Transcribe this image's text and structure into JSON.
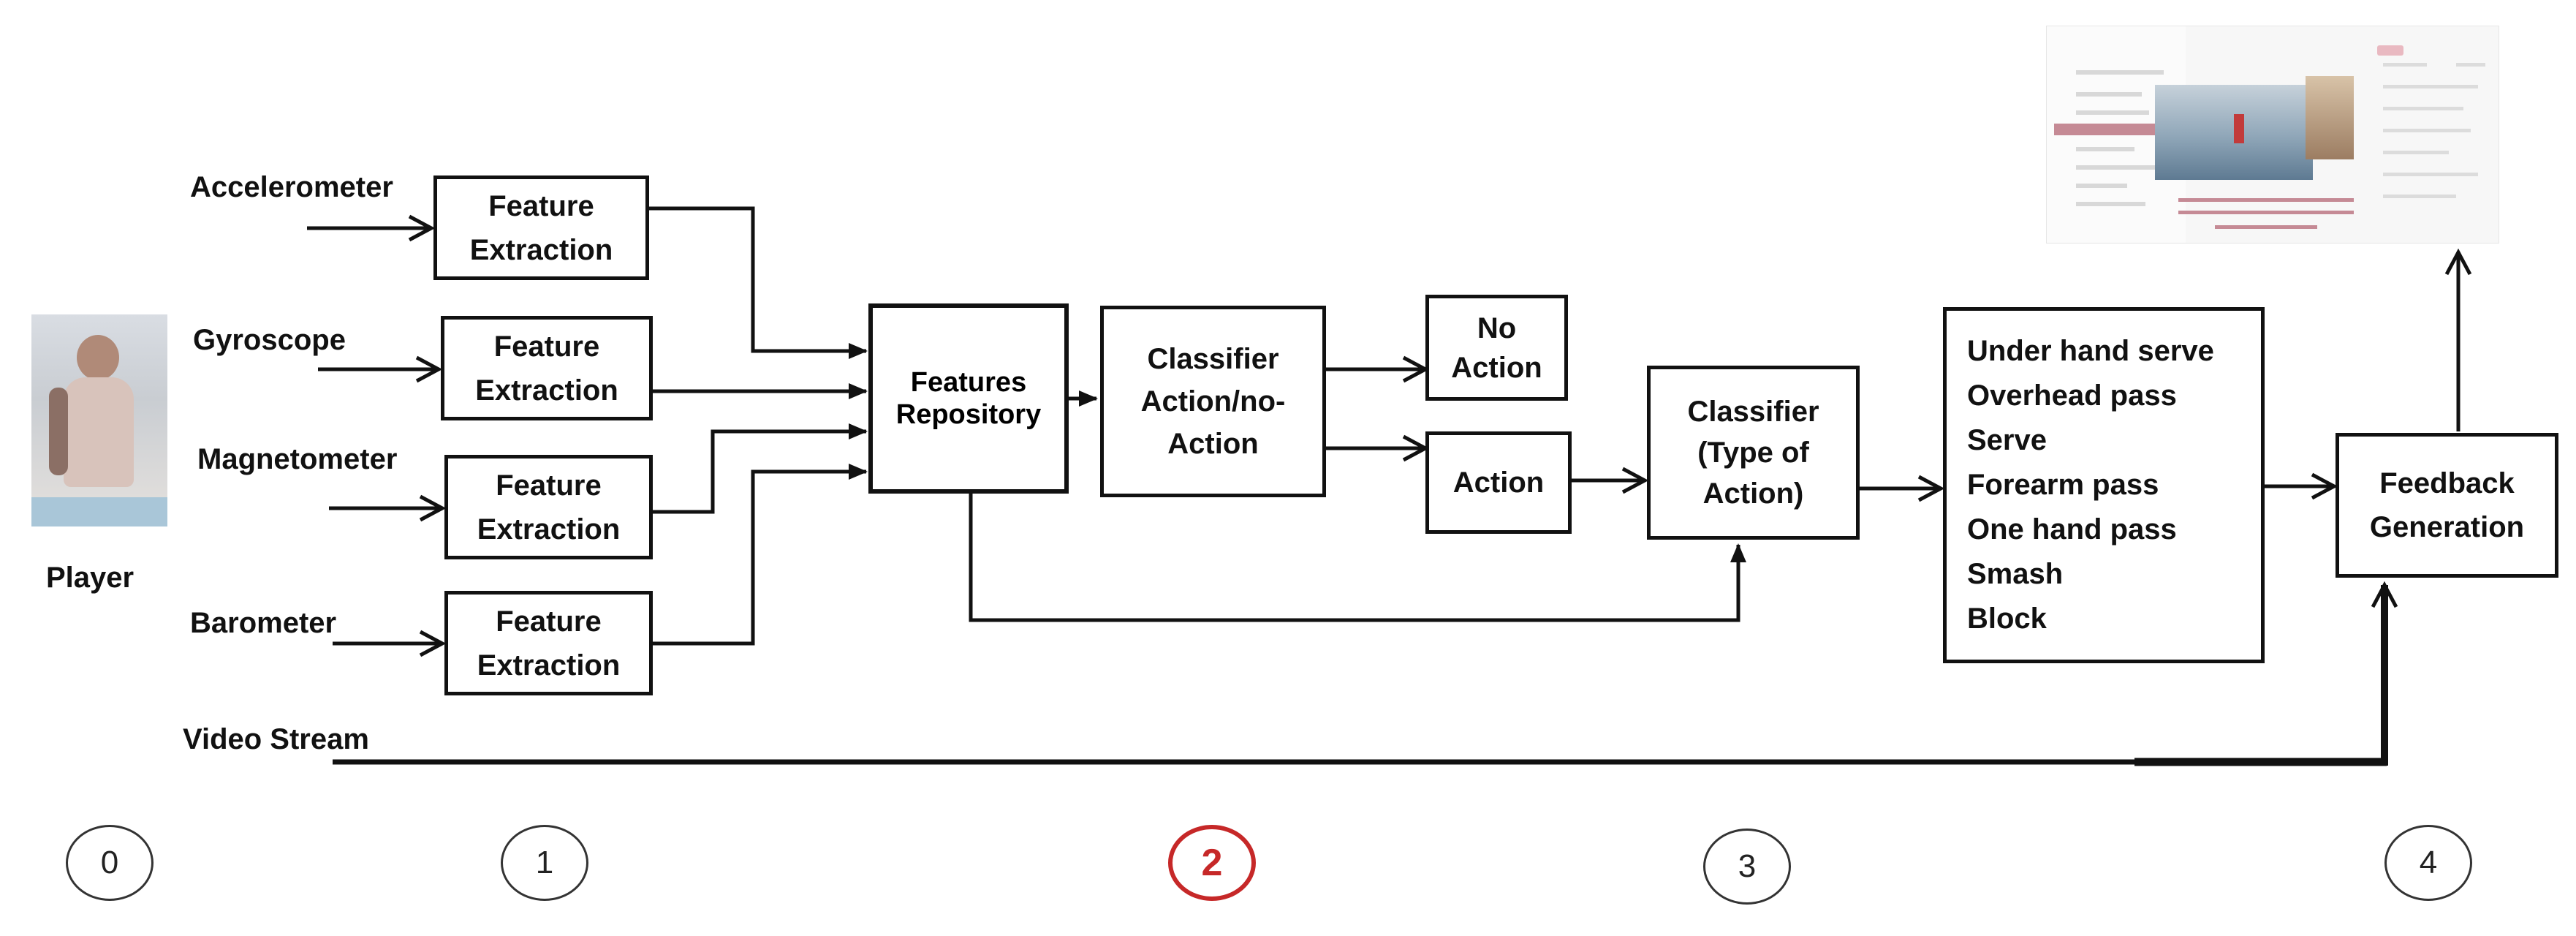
{
  "inputs": {
    "player": "Player",
    "accelerometer": "Accelerometer",
    "gyroscope": "Gyroscope",
    "magnetometer": "Magnetometer",
    "barometer": "Barometer",
    "video_stream": "Video Stream"
  },
  "feature_extraction": {
    "line1": "Feature",
    "line2": "Extraction"
  },
  "features_repository": {
    "line1": "Features",
    "line2": "Repository"
  },
  "classifier_action": {
    "line1": "Classifier",
    "line2": "Action/no-",
    "line3": "Action"
  },
  "no_action": {
    "line1": "No",
    "line2": "Action"
  },
  "action": "Action",
  "classifier_type": {
    "line1": "Classifier",
    "line2": "(Type of",
    "line3": "Action)"
  },
  "action_types": [
    "Under hand serve",
    "Overhead pass",
    "Serve",
    "Forearm pass",
    "One hand pass",
    "Smash",
    "Block"
  ],
  "feedback": {
    "line1": "Feedback",
    "line2": "Generation"
  },
  "stages": [
    "0",
    "1",
    "2",
    "3",
    "4"
  ],
  "active_stage": "2",
  "colors": {
    "stroke": "#111111",
    "active_stage": "#c62828"
  }
}
